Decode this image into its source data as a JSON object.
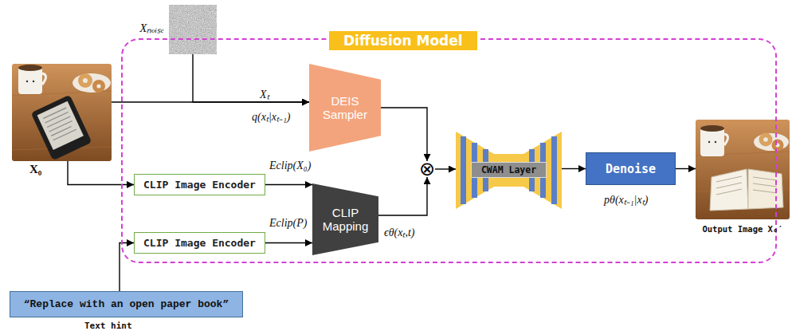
{
  "diagram": {
    "nodes": [
      {
        "text": [
          "Diffusion Model"
        ]
      },
      {
        "text": [
          "X₀"
        ]
      },
      {
        "text": [
          "Xₙₒᵢₛₑ"
        ]
      },
      {
        "text": [
          "DEIS Sampler"
        ],
        "in": 0
      },
      {
        "text": [
          "CLIP Image Encoder"
        ],
        "in": 0
      },
      {
        "text": [
          "CLIP Image Encoder"
        ],
        "in": 0
      },
      {
        "text": [
          "CLIP Mapping"
        ],
        "in": 0
      },
      {
        "text": [
          "⊗"
        ],
        "in": 0
      },
      {
        "text": [
          "CWAM Layer"
        ],
        "in": 0
      },
      {
        "text": [
          "Denoise"
        ],
        "in": 0
      },
      {
        "text": [
          "Output Image X₀′"
        ]
      },
      {
        "text": [
          "“Replace with an open paper book”",
          "Text hint"
        ]
      }
    ],
    "edges": [
      {
        "from": 1,
        "to": 3,
        "arrow": "to"
      },
      {
        "from": 2,
        "to": 3,
        "arrow": "to"
      },
      {
        "from": 1,
        "to": 4,
        "arrow": "to"
      },
      {
        "from": 11,
        "to": 5,
        "arrow": "to"
      },
      {
        "from": 4,
        "to": 6,
        "arrow": "to"
      },
      {
        "from": 5,
        "to": 6,
        "arrow": "to"
      },
      {
        "from": 3,
        "to": 7,
        "arrow": "to"
      },
      {
        "from": 6,
        "to": 7,
        "arrow": "to"
      },
      {
        "from": 7,
        "to": 8,
        "arrow": "to"
      },
      {
        "from": 8,
        "to": 9,
        "arrow": "to"
      },
      {
        "from": 9,
        "to": 10,
        "arrow": "to"
      }
    ],
    "labels": [
      "Xₜ",
      "q(xₜ|xₜ₋₁)",
      "Eclip(X₀)",
      "Eclip(P)",
      "ϵθ(xₜ,t)",
      "pθ(xₜ₋₁|xₜ)"
    ]
  }
}
